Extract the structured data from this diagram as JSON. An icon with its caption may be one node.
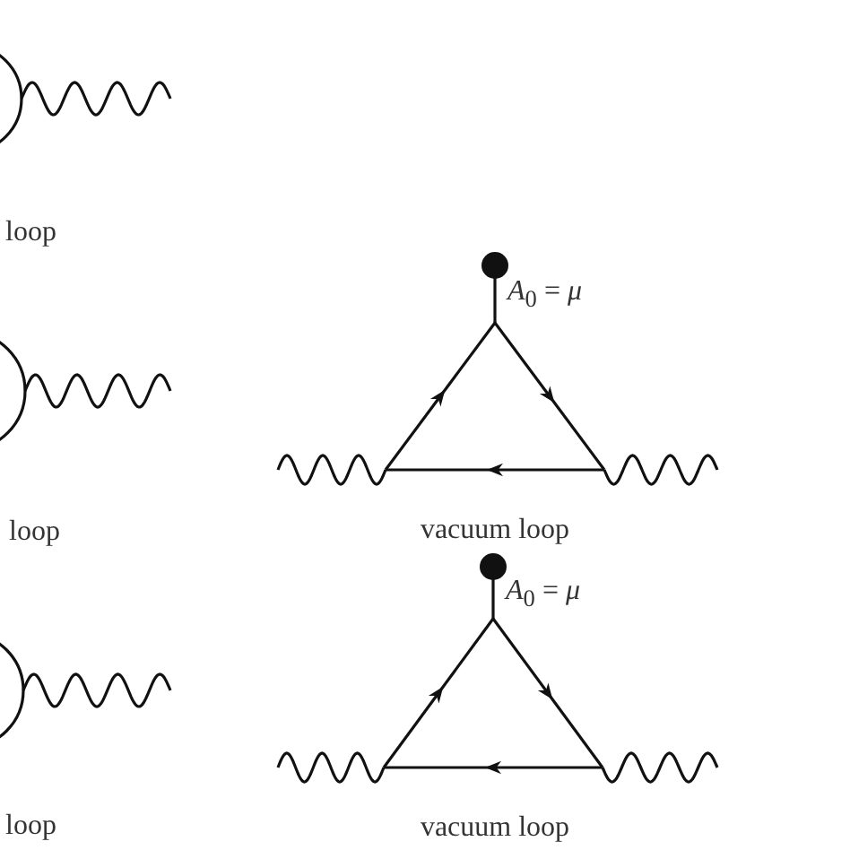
{
  "diagram": {
    "labels": [
      "loop",
      "loop",
      "loop",
      "*A*$_{0}$ = *μ*",
      "vacuum loop",
      "*A*$_{0}$ = *μ*",
      "vacuum loop"
    ]
  }
}
